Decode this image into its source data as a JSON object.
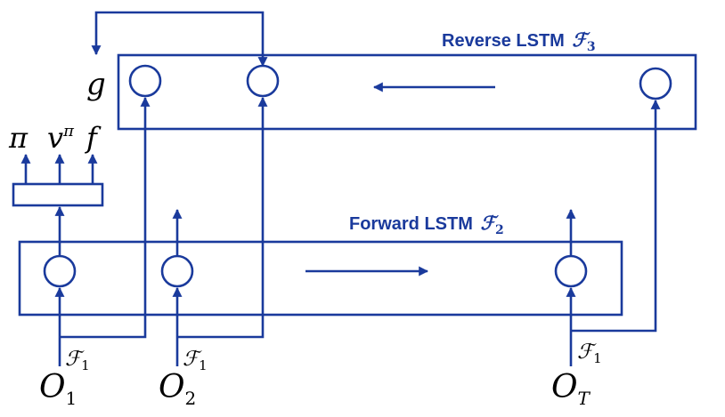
{
  "reverse": {
    "title": "Reverse LSTM",
    "f_symbol": "ℱ",
    "f_sub": "3"
  },
  "forward": {
    "title": "Forward LSTM",
    "f_symbol": "ℱ",
    "f_sub": "2"
  },
  "outputs": {
    "g": "g",
    "pi": "π",
    "v": "v",
    "v_sup": "π",
    "f": "f"
  },
  "encoder": {
    "symbol": "ℱ",
    "sub": "1"
  },
  "inputs": [
    {
      "symbol": "O",
      "sub": "1"
    },
    {
      "symbol": "O",
      "sub": "2"
    },
    {
      "symbol": "O",
      "sub": "T"
    }
  ],
  "colors": {
    "accent": "#1a3a9c",
    "text": "#000000",
    "background": "#ffffff"
  }
}
